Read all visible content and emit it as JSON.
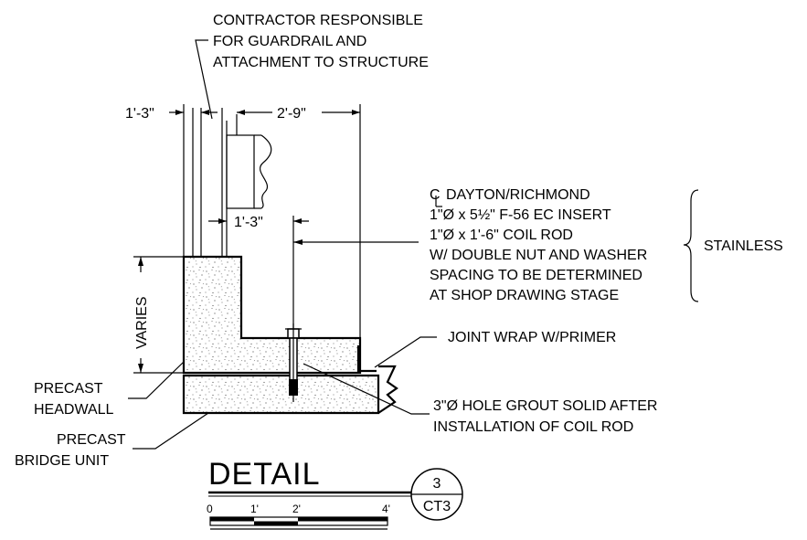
{
  "notes": {
    "contractor": [
      "CONTRACTOR RESPONSIBLE",
      "FOR GUARDRAIL AND",
      "ATTACHMENT TO STRUCTURE"
    ],
    "insert": [
      "DAYTON/RICHMOND",
      "1\"Ø x 5½\" F-56 EC INSERT",
      "1\"Ø x 1'-6\" COIL ROD",
      "W/ DOUBLE NUT AND WASHER",
      "SPACING TO BE DETERMINED",
      "AT SHOP DRAWING STAGE"
    ],
    "stainless": "STAINLESS",
    "joint_wrap": "JOINT WRAP W/PRIMER",
    "hole": [
      "3\"Ø HOLE GROUT SOLID AFTER",
      "INSTALLATION OF COIL ROD"
    ],
    "headwall": [
      "PRECAST",
      "HEADWALL"
    ],
    "bridge_unit": [
      "PRECAST",
      "BRIDGE UNIT"
    ]
  },
  "dimensions": {
    "left_width": "1'-3\"",
    "right_width": "2'-9\"",
    "rod_offset": "1'-3\"",
    "height": "VARIES"
  },
  "title": {
    "text": "DETAIL",
    "detail_number": "3",
    "sheet": "CT3"
  },
  "scale_bar": {
    "labels": [
      "0",
      "1'",
      "2'",
      "4'"
    ]
  }
}
